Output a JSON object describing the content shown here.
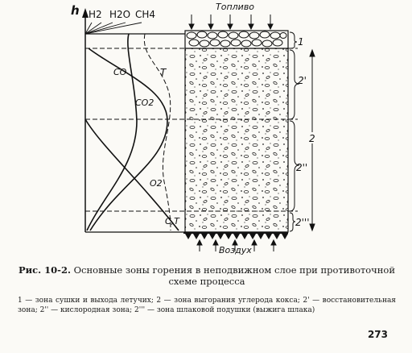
{
  "figure": {
    "axis_label": "h",
    "gas_labels": [
      "H2",
      "H2O",
      "CH4"
    ],
    "curve_labels": {
      "co": "CO",
      "co2": "CO2",
      "o2": "O2",
      "temp": "T",
      "bottom": "C,T"
    },
    "fuel_label": "Топливо",
    "air_label": "Воздух",
    "zone_labels": {
      "z1": "1",
      "z2": "2",
      "z2p": "2'",
      "z2pp": "2''",
      "z2ppp": "2'''"
    }
  },
  "caption": {
    "title_prefix": "Рис. 10-2.",
    "title_text": "Основные зоны горения в неподвижном слое при противоточной схеме процесса",
    "legend": "1 — зона сушки и выхода летучих; 2 — зона выгорания углерода кокса; 2' — восстановительная зона; 2'' — кислородная зона; 2''' — зона шлаковой подушки (выжига шлака)"
  },
  "page_number": "273"
}
